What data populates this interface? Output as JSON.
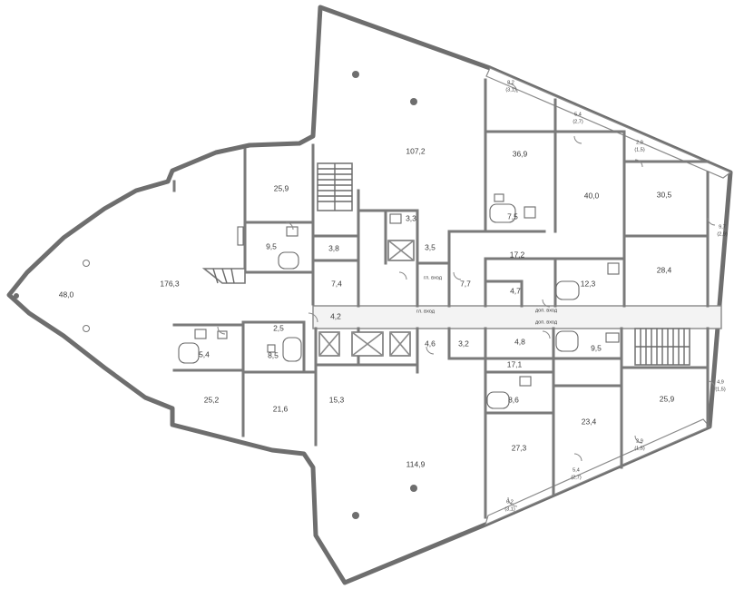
{
  "areas": {
    "left_hall": "48,0",
    "central_hall": "176,3",
    "top_hall": "107,2",
    "bottom_hall": "114,9",
    "a_25_9_top": "25,9",
    "a_9_5_top": "9,5",
    "a_3_8": "3,8",
    "a_3_3": "3,3",
    "a_3_5": "3,5",
    "a_7_4": "7,4",
    "a_7_7": "7,7",
    "a_4_2": "4,2",
    "a_4_7": "4,7",
    "a_4_6": "4,6",
    "a_3_2": "3,2",
    "a_4_8": "4,8",
    "a_2_5": "2,5",
    "a_8_5": "8,5",
    "a_5_4": "5,4",
    "a_25_2": "25,2",
    "a_21_6": "21,6",
    "a_15_3": "15,3",
    "a_36_9": "36,9",
    "a_7_5": "7,5",
    "a_40_0": "40,0",
    "a_30_5": "30,5",
    "a_17_2": "17,2",
    "a_12_3": "12,3",
    "a_28_4": "28,4",
    "a_9_5_right": "9,5",
    "a_17_1": "17,1",
    "a_8_6": "8,6",
    "a_23_4": "23,4",
    "a_25_9_right": "25,9",
    "a_27_3": "27,3"
  },
  "balconies": {
    "b_top_8_2": {
      "area": "8,2",
      "sub": "(3,1)"
    },
    "b_top_5_4": {
      "area": "5,4",
      "sub": "(2,7)"
    },
    "b_top_2_9": {
      "area": "2,9",
      "sub": "(1,5)"
    },
    "b_right_9_7": {
      "area": "9,7",
      "sub": "(2,9)"
    },
    "b_right_4_9": {
      "area": "4,9",
      "sub": "(1,5)"
    },
    "b_bot_2_9": {
      "area": "2,9",
      "sub": "(1,5)"
    },
    "b_bot_5_4": {
      "area": "5,4",
      "sub": "(2,7)"
    },
    "b_bot_6_2": {
      "area": "6,2",
      "sub": "(3,1)"
    }
  },
  "notes": {
    "main_entrance": "гл. вход",
    "entrance": "гл. вход",
    "extra_entrance_1": "доп. вход",
    "extra_entrance_2": "доп. вход"
  }
}
